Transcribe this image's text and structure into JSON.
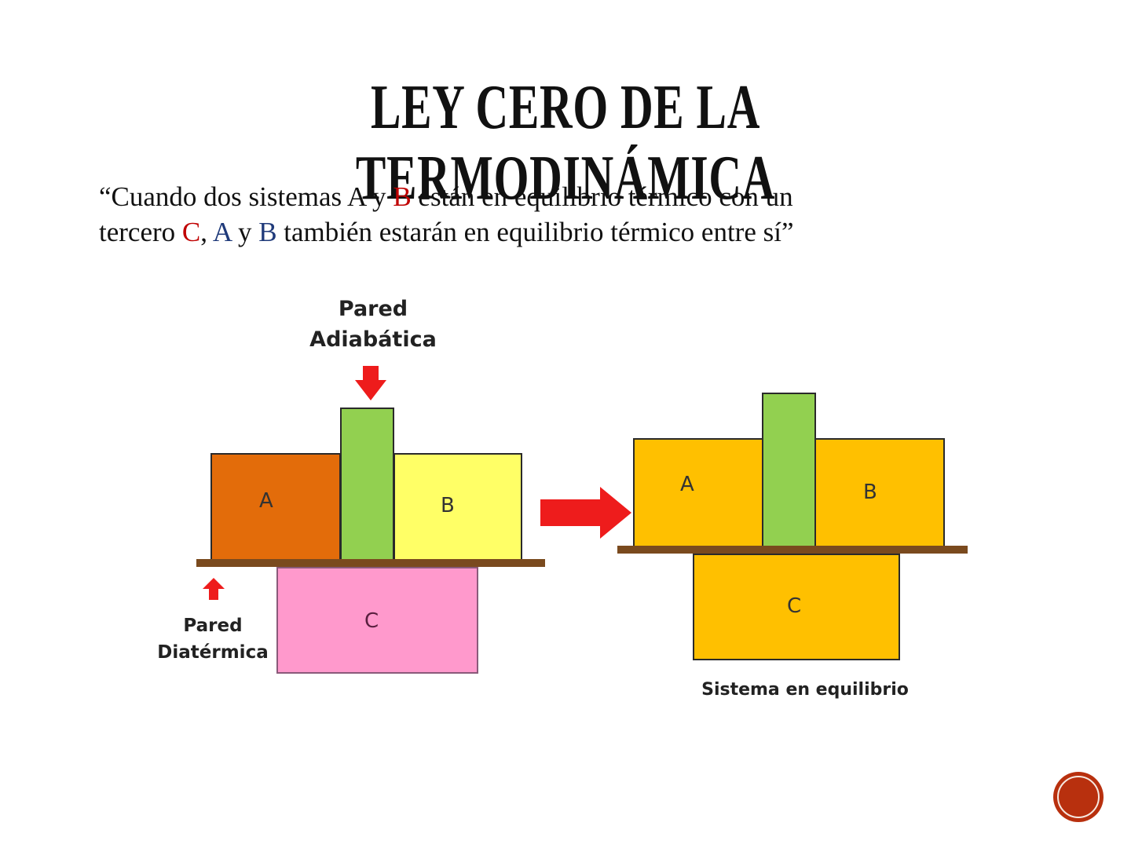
{
  "slide": {
    "title": "LEY CERO DE LA TERMODINÁMICA",
    "quote": {
      "line1": [
        {
          "text": "“Cuando dos sistemas A y ",
          "color": "default"
        },
        {
          "text": "B",
          "color": "red"
        },
        {
          "text": " están en equilibrio térmico con un",
          "color": "default"
        }
      ],
      "line2": [
        {
          "text": "tercero ",
          "color": "default"
        },
        {
          "text": "C",
          "color": "red"
        },
        {
          "text": ", ",
          "color": "default"
        },
        {
          "text": "A",
          "color": "blue"
        },
        {
          "text": " y ",
          "color": "default"
        },
        {
          "text": "B",
          "color": "blue"
        },
        {
          "text": " también estarán en equilibrio térmico entre sí”",
          "color": "default"
        }
      ]
    },
    "colors": {
      "red": "#c00000",
      "blue": "#1f3a7a",
      "arrow": "#ee1c1c",
      "wall": "#7a4a1e"
    }
  },
  "diagram": {
    "left": {
      "label_adiabatic_1": "Pared",
      "label_adiabatic_2": "Adiabática",
      "label_diathermic_1": "Pared",
      "label_diathermic_2": "Diatérmica",
      "box_a": {
        "label": "A",
        "color": "#e36c0a"
      },
      "box_b": {
        "label": "B",
        "color": "#ffff66"
      },
      "box_c": {
        "label": "C",
        "color": "#ff99cc"
      },
      "adiabatic_wall_color": "#92d050"
    },
    "right": {
      "box_a": {
        "label": "A",
        "color": "#ffc000"
      },
      "box_b": {
        "label": "B",
        "color": "#ffc000"
      },
      "box_c": {
        "label": "C",
        "color": "#ffc000"
      },
      "adiabatic_wall_color": "#92d050",
      "caption": "Sistema en equilibrio"
    }
  }
}
